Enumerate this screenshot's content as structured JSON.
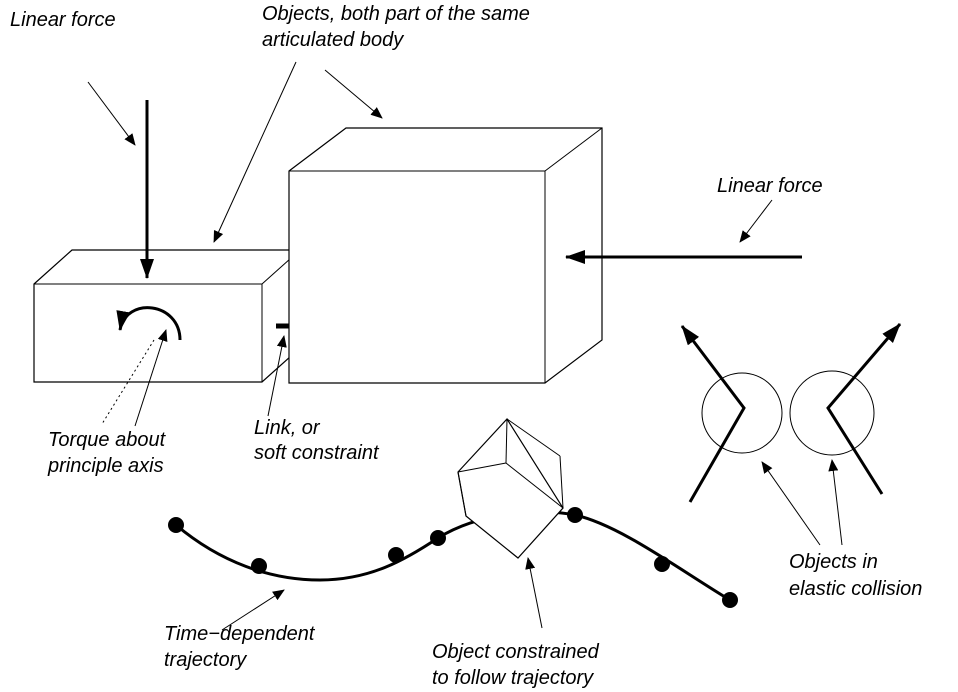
{
  "labels": {
    "linear_force_left": "Linear force",
    "articulated_line1": "Objects, both part of the same",
    "articulated_line2": "articulated body",
    "linear_force_right": "Linear force",
    "torque_line1": "Torque about",
    "torque_line2": "principle axis",
    "link_line1": "Link, or",
    "link_line2": "soft constraint",
    "elastic_line1": "Objects in",
    "elastic_line2": "elastic collision",
    "trajectory_line1": "Time−dependent",
    "trajectory_line2": "trajectory",
    "constrained_line1": "Object constrained",
    "constrained_line2": "to follow trajectory"
  },
  "colors": {
    "ink": "#000000",
    "background": "#ffffff"
  }
}
